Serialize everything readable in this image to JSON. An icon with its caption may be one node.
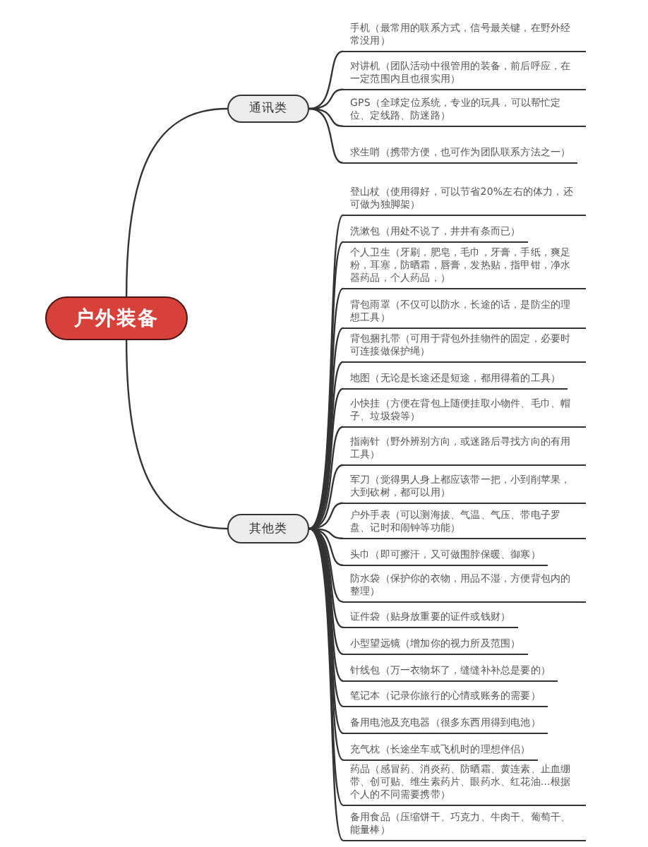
{
  "diagram": {
    "nodes": [
      {
        "text": [
          "户外装备"
        ]
      },
      {
        "text": [
          "通讯类"
        ]
      },
      {
        "text": [
          "其他类"
        ]
      },
      {
        "text": [
          "手机（最常用的联系方式，信号最关键，在野外经常没用）"
        ]
      },
      {
        "text": [
          "对讲机（团队活动中很管用的装备，前后呼应，在一定范围内且也很实用）"
        ]
      },
      {
        "text": [
          "GPS（全球定位系统，专业的玩具，可以帮忙定位、定线路、防迷路）"
        ]
      },
      {
        "text": [
          "求生哨（携带方便，也可作为团队联系方法之一）"
        ]
      },
      {
        "text": [
          "登山杖（使用得好，可以节省20%左右的体力，还可做为独脚架）"
        ]
      },
      {
        "text": [
          "洗漱包（用处不说了，井井有条而已）"
        ]
      },
      {
        "text": [
          "个人卫生（牙刷，肥皂，毛巾，牙膏，手纸，爽足粉，耳塞，防晒霜，唇膏，发热贴，指甲钳，净水器药品，个人药品，）"
        ]
      },
      {
        "text": [
          "背包雨罩（不仅可以防水，长途的话，是防尘的理想工具）"
        ]
      },
      {
        "text": [
          "背包捆扎带（可用于背包外挂物件的固定，必要时可连接做保护绳）"
        ]
      },
      {
        "text": [
          "地图（无论是长途还是短途，都用得着的工具）"
        ]
      },
      {
        "text": [
          "小快挂（方便在背包上随便挂取小物件、毛巾、帽子、垃圾袋等）"
        ]
      },
      {
        "text": [
          "指南针（野外辨别方向，或迷路后寻找方向的有用工具）"
        ]
      },
      {
        "text": [
          "军刀（觉得男人身上都应该带一把，小到削苹果，大到砍树，都可以用）"
        ]
      },
      {
        "text": [
          "户外手表（可以测海拔、气温、气压、带电子罗盘、记时和闹钟等功能）"
        ]
      },
      {
        "text": [
          "头巾（即可擦汗，又可做围脖保暖、御寒）"
        ]
      },
      {
        "text": [
          "防水袋（保护你的衣物，用品不湿，方便背包内的整理）"
        ]
      },
      {
        "text": [
          "证件袋（贴身放重要的证件或钱财）"
        ]
      },
      {
        "text": [
          "小型望远镜（增加你的视力所及范围）"
        ]
      },
      {
        "text": [
          "针线包（万一衣物坏了，缝缝补补总是要的）"
        ]
      },
      {
        "text": [
          "笔记本（记录你旅行的心情或账务的需要）"
        ]
      },
      {
        "text": [
          "备用电池及充电器（很多东西用得到电池）"
        ]
      },
      {
        "text": [
          "充气枕（长途坐车或飞机时的理想伴侣）"
        ]
      },
      {
        "text": [
          "药品（感冒药、消炎药、防晒霜、黄连素、止血绷带、创可贴、维生素药片、眼药水、红花油...根据个人的不同需要携带）"
        ]
      },
      {
        "text": [
          "备用食品（压缩饼干、巧克力、牛肉干、葡萄干、能量棒）"
        ]
      }
    ],
    "edges": [
      {
        "from": 0,
        "to": 1,
        "arrow": "none"
      },
      {
        "from": 0,
        "to": 2,
        "arrow": "none"
      },
      {
        "from": 1,
        "to": 3,
        "arrow": "none"
      },
      {
        "from": 1,
        "to": 4,
        "arrow": "none"
      },
      {
        "from": 1,
        "to": 5,
        "arrow": "none"
      },
      {
        "from": 1,
        "to": 6,
        "arrow": "none"
      },
      {
        "from": 2,
        "to": 7,
        "arrow": "none"
      },
      {
        "from": 2,
        "to": 8,
        "arrow": "none"
      },
      {
        "from": 2,
        "to": 9,
        "arrow": "none"
      },
      {
        "from": 2,
        "to": 10,
        "arrow": "none"
      },
      {
        "from": 2,
        "to": 11,
        "arrow": "none"
      },
      {
        "from": 2,
        "to": 12,
        "arrow": "none"
      },
      {
        "from": 2,
        "to": 13,
        "arrow": "none"
      },
      {
        "from": 2,
        "to": 14,
        "arrow": "none"
      },
      {
        "from": 2,
        "to": 15,
        "arrow": "none"
      },
      {
        "from": 2,
        "to": 16,
        "arrow": "none"
      },
      {
        "from": 2,
        "to": 17,
        "arrow": "none"
      },
      {
        "from": 2,
        "to": 18,
        "arrow": "none"
      },
      {
        "from": 2,
        "to": 19,
        "arrow": "none"
      },
      {
        "from": 2,
        "to": 20,
        "arrow": "none"
      },
      {
        "from": 2,
        "to": 21,
        "arrow": "none"
      },
      {
        "from": 2,
        "to": 22,
        "arrow": "none"
      },
      {
        "from": 2,
        "to": 23,
        "arrow": "none"
      },
      {
        "from": 2,
        "to": 24,
        "arrow": "none"
      },
      {
        "from": 2,
        "to": 25,
        "arrow": "none"
      },
      {
        "from": 2,
        "to": 26,
        "arrow": "none"
      }
    ]
  }
}
